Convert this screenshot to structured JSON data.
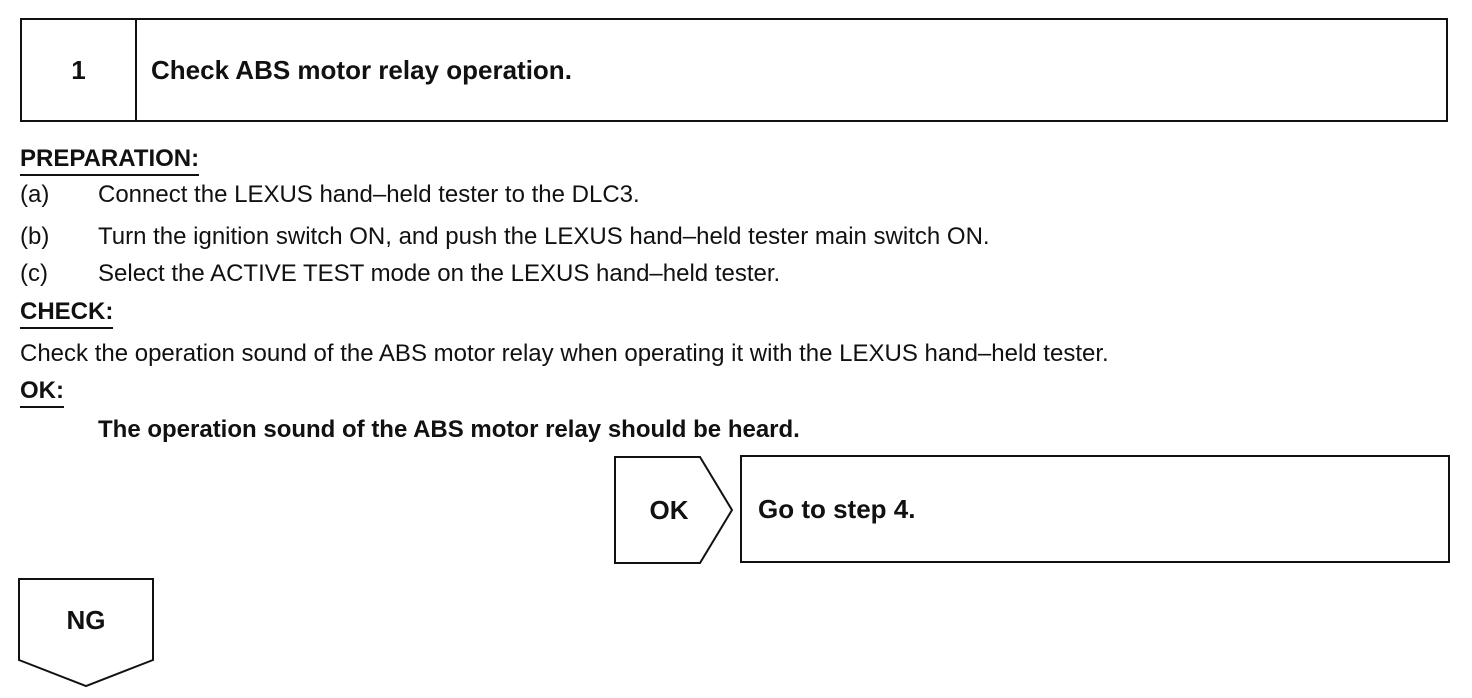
{
  "step": {
    "number": "1",
    "title": "Check ABS motor relay operation."
  },
  "preparation": {
    "heading": "PREPARATION:",
    "items": [
      {
        "mark": "(a)",
        "text": "Connect the LEXUS hand–held tester to the DLC3."
      },
      {
        "mark": "(b)",
        "text": "Turn the ignition switch ON, and push the LEXUS hand–held tester main switch ON."
      },
      {
        "mark": "(c)",
        "text": "Select the ACTIVE TEST mode on the LEXUS hand–held tester."
      }
    ]
  },
  "check": {
    "heading": "CHECK:",
    "text": "Check the operation sound of the ABS motor relay when operating it with the LEXUS hand–held tester."
  },
  "ok": {
    "heading": "OK:",
    "text": "The operation sound of the ABS motor relay should be heard."
  },
  "flow": {
    "ok_label": "OK",
    "ok_action": "Go to step 4.",
    "ng_label": "NG"
  }
}
